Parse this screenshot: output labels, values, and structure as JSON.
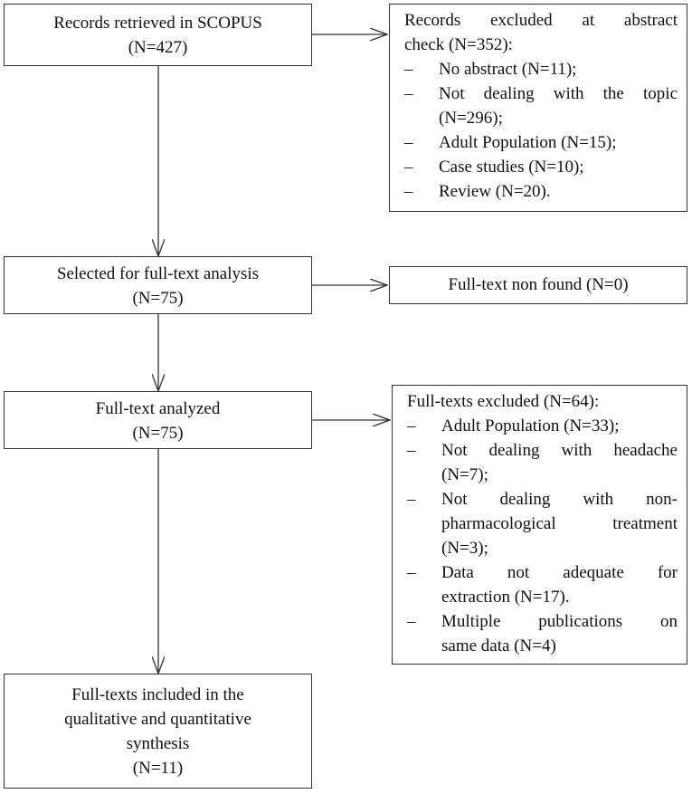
{
  "boxes": {
    "retrieved": [
      "Records retrieved in SCOPUS",
      "(N=427)"
    ],
    "selected": [
      "Selected for full-text analysis",
      "(N=75)"
    ],
    "analyzed": [
      "Full-text analyzed",
      "(N=75)"
    ],
    "included": [
      "Full-texts included in the",
      "qualitative and quantitative",
      "synthesis",
      "(N=11)"
    ]
  },
  "excluded_abstract": {
    "heading": [
      "Records excluded at abstract",
      "check (N=352):"
    ],
    "items": [
      [
        "No abstract (N=11);"
      ],
      [
        "Not dealing with the topic",
        "(N=296);"
      ],
      [
        "Adult Population (N=15);"
      ],
      [
        "Case studies (N=10);"
      ],
      [
        "Review (N=20)."
      ]
    ]
  },
  "not_found": "Full-text non found (N=0)",
  "excluded_fulltext": {
    "heading": "Full-texts excluded (N=64):",
    "items": [
      [
        "Adult Population (N=33);"
      ],
      [
        "Not dealing with headache",
        "(N=7);"
      ],
      [
        "Not dealing with non-",
        "pharmacological treatment",
        "(N=3);"
      ],
      [
        "Data not adequate for",
        "extraction (N=17)."
      ],
      [
        "Multiple publications on",
        "same data (N=4)"
      ]
    ]
  },
  "dash_symbol": "–"
}
